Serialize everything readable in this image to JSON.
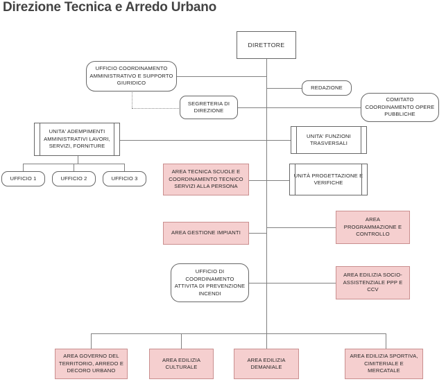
{
  "page": {
    "title": "Direzione Tecnica e Arredo Urbano",
    "colors": {
      "title_text": "#434343",
      "line": "#808080",
      "box_border": "#666666",
      "box_fill": "#ffffff",
      "pink_fill": "#f5cfcf",
      "pink_border": "#c98e8e",
      "node_text": "#262626"
    }
  },
  "chart_data": {
    "type": "diagram",
    "title": "Direzione Tecnica e Arredo Urbano",
    "nodes": [
      {
        "id": "direttore",
        "label": "DIRETTORE",
        "shape": "rect",
        "fill": "white"
      },
      {
        "id": "ufficio-coordinamento",
        "label": "UFFICIO COORDINAMENTO AMMINISTRATIVO E SUPPORTO GIURIDICO",
        "shape": "round",
        "fill": "white"
      },
      {
        "id": "redazione",
        "label": "REDAZIONE",
        "shape": "round",
        "fill": "white"
      },
      {
        "id": "segreteria",
        "label": "SEGRETERIA DI DIREZIONE",
        "shape": "round",
        "fill": "white"
      },
      {
        "id": "comitato",
        "label": "COMITATO COORDINAMENTO OPERE PUBBLICHE",
        "shape": "round",
        "fill": "white"
      },
      {
        "id": "unita-adempimenti",
        "label": "UNITA' ADEMPIMENTI AMMINISTRATIVI LAVORI, SERVIZI, FORNITURE",
        "shape": "process",
        "fill": "white"
      },
      {
        "id": "unita-funzioni",
        "label": "UNITA' FUNZIONI TRASVERSALI",
        "shape": "process",
        "fill": "white"
      },
      {
        "id": "ufficio-1",
        "label": "UFFICIO 1",
        "shape": "round",
        "fill": "white"
      },
      {
        "id": "ufficio-2",
        "label": "UFFICIO 2",
        "shape": "round",
        "fill": "white"
      },
      {
        "id": "ufficio-3",
        "label": "UFFICIO 3",
        "shape": "round",
        "fill": "white"
      },
      {
        "id": "area-tecnica-scuole",
        "label": "AREA TECNICA SCUOLE E COORDINAMENTO TECNICO SERVIZI ALLA PERSONA",
        "shape": "rect",
        "fill": "pink"
      },
      {
        "id": "unita-progettazione",
        "label": "UNITÀ PROGETTAZIONE E VERIFICHE",
        "shape": "process",
        "fill": "white"
      },
      {
        "id": "area-gestione-impianti",
        "label": "AREA GESTIONE IMPIANTI",
        "shape": "rect",
        "fill": "pink"
      },
      {
        "id": "area-programmazione",
        "label": "AREA PROGRAMMAZIONE E CONTROLLO",
        "shape": "rect",
        "fill": "pink"
      },
      {
        "id": "ufficio-prevenzione",
        "label": "UFFICIO DI COORDINAMENTO ATTIVITA DI PREVENZIONE INCENDI",
        "shape": "round",
        "fill": "white"
      },
      {
        "id": "area-edilizia-socio",
        "label": "AREA EDILIZIA SOCIO-ASSISTENZIALE PPP E CCV",
        "shape": "rect",
        "fill": "pink"
      },
      {
        "id": "area-governo",
        "label": "AREA GOVERNO DEL TERRITORIO, ARREDO E DECORO URBANO",
        "shape": "rect",
        "fill": "pink"
      },
      {
        "id": "area-edilizia-cult",
        "label": "AREA EDILIZIA CULTURALE",
        "shape": "rect",
        "fill": "pink"
      },
      {
        "id": "area-edilizia-dem",
        "label": "AREA EDILIZIA DEMANIALE",
        "shape": "rect",
        "fill": "pink"
      },
      {
        "id": "area-edilizia-sport",
        "label": "AREA EDILIZIA SPORTIVA, CIMITERIALE E MERCATALE",
        "shape": "rect",
        "fill": "pink"
      }
    ],
    "edges": [
      {
        "from": "direttore",
        "to": "spine",
        "style": "solid"
      },
      {
        "from": "spine",
        "to": "ufficio-coordinamento",
        "style": "solid"
      },
      {
        "from": "spine",
        "to": "redazione",
        "style": "solid"
      },
      {
        "from": "spine",
        "to": "segreteria",
        "style": "solid"
      },
      {
        "from": "spine",
        "to": "comitato",
        "style": "solid"
      },
      {
        "from": "ufficio-coordinamento",
        "to": "segreteria",
        "style": "dotted"
      },
      {
        "from": "spine",
        "to": "unita-adempimenti",
        "style": "solid"
      },
      {
        "from": "spine",
        "to": "unita-funzioni",
        "style": "solid"
      },
      {
        "from": "unita-adempimenti",
        "to": "ufficio-1",
        "style": "solid"
      },
      {
        "from": "unita-adempimenti",
        "to": "ufficio-2",
        "style": "solid"
      },
      {
        "from": "unita-adempimenti",
        "to": "ufficio-3",
        "style": "solid"
      },
      {
        "from": "spine",
        "to": "area-tecnica-scuole",
        "style": "solid"
      },
      {
        "from": "spine",
        "to": "unita-progettazione",
        "style": "solid"
      },
      {
        "from": "spine",
        "to": "area-gestione-impianti",
        "style": "solid"
      },
      {
        "from": "spine",
        "to": "area-programmazione",
        "style": "solid"
      },
      {
        "from": "spine",
        "to": "ufficio-prevenzione",
        "style": "solid"
      },
      {
        "from": "spine",
        "to": "area-edilizia-socio",
        "style": "solid"
      },
      {
        "from": "spine",
        "to": "area-governo",
        "style": "solid"
      },
      {
        "from": "spine",
        "to": "area-edilizia-cult",
        "style": "solid"
      },
      {
        "from": "spine",
        "to": "area-edilizia-dem",
        "style": "solid"
      },
      {
        "from": "spine",
        "to": "area-edilizia-sport",
        "style": "solid"
      }
    ]
  },
  "nodes": {
    "direttore": "DIRETTORE",
    "ufficio_coordinamento": "UFFICIO COORDINAMENTO AMMINISTRATIVO E SUPPORTO GIURIDICO",
    "redazione": "REDAZIONE",
    "segreteria": "SEGRETERIA DI DIREZIONE",
    "comitato": "COMITATO COORDINAMENTO OPERE PUBBLICHE",
    "unita_adempimenti": "UNITA' ADEMPIMENTI AMMINISTRATIVI LAVORI, SERVIZI, FORNITURE",
    "unita_funzioni": "UNITA' FUNZIONI TRASVERSALI",
    "ufficio_1": "UFFICIO 1",
    "ufficio_2": "UFFICIO 2",
    "ufficio_3": "UFFICIO 3",
    "area_tecnica_scuole": "AREA TECNICA SCUOLE E COORDINAMENTO TECNICO SERVIZI ALLA PERSONA",
    "unita_progettazione": "UNITÀ PROGETTAZIONE E VERIFICHE",
    "area_gestione_impianti": "AREA GESTIONE IMPIANTI",
    "area_programmazione": "AREA PROGRAMMAZIONE E CONTROLLO",
    "ufficio_prevenzione": "UFFICIO DI COORDINAMENTO ATTIVITA DI PREVENZIONE INCENDI",
    "area_edilizia_socio": "AREA EDILIZIA SOCIO-ASSISTENZIALE PPP E CCV",
    "area_governo": "AREA GOVERNO DEL TERRITORIO, ARREDO E DECORO URBANO",
    "area_edilizia_culturale": "AREA EDILIZIA CULTURALE",
    "area_edilizia_demaniale": "AREA EDILIZIA DEMANIALE",
    "area_edilizia_sportiva": "AREA EDILIZIA SPORTIVA, CIMITERIALE E MERCATALE"
  }
}
